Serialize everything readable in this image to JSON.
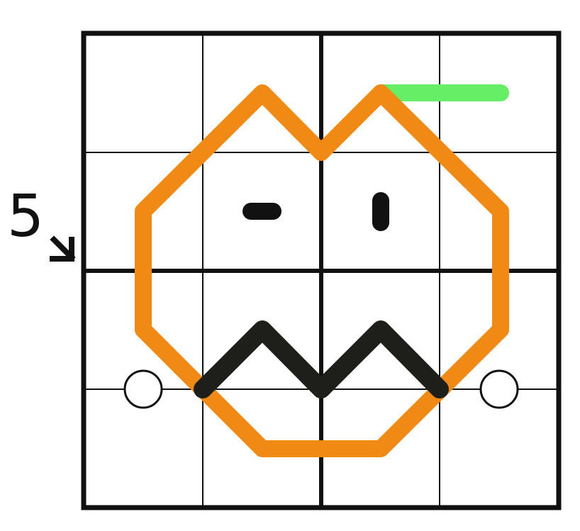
{
  "puzzle": {
    "grid": {
      "rows": 4,
      "cols": 4,
      "region_size": 2
    },
    "clue": {
      "value": "5",
      "arrow": "down-right"
    },
    "colors": {
      "grid_line": "#111111",
      "orange_line": "#F08A15",
      "black_line": "#1E1E1A",
      "green_line": "#66EE66",
      "circle_fill": "#FFFFFF",
      "circle_stroke": "#111111"
    },
    "icons": {
      "clue_arrow": "arrow-down-right-icon",
      "circle": "circle-marker"
    }
  }
}
